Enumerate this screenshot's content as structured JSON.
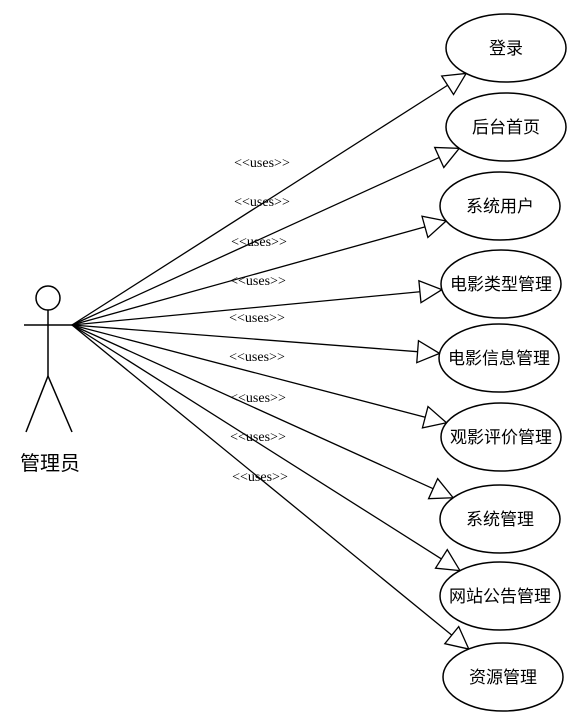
{
  "actor": {
    "label": "管理员"
  },
  "relationship_label": "<<uses>>",
  "use_cases": [
    {
      "label": "登录"
    },
    {
      "label": "后台首页"
    },
    {
      "label": "系统用户"
    },
    {
      "label": "电影类型管理"
    },
    {
      "label": "电影信息管理"
    },
    {
      "label": "观影评价管理"
    },
    {
      "label": "系统管理"
    },
    {
      "label": "网站公告管理"
    },
    {
      "label": "资源管理"
    }
  ]
}
